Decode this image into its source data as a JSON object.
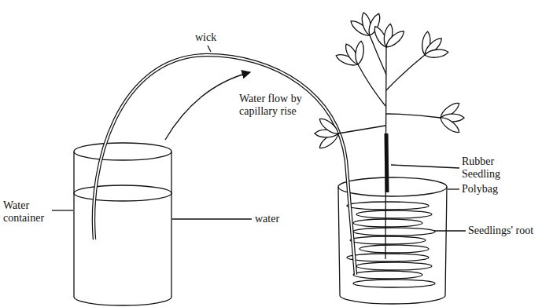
{
  "diagram": {
    "labels": [
      "wick",
      "Water container",
      "Water flow by capillary rise",
      "water",
      "Rubber Seedling",
      "Polybag",
      "Seedlings' root"
    ]
  }
}
